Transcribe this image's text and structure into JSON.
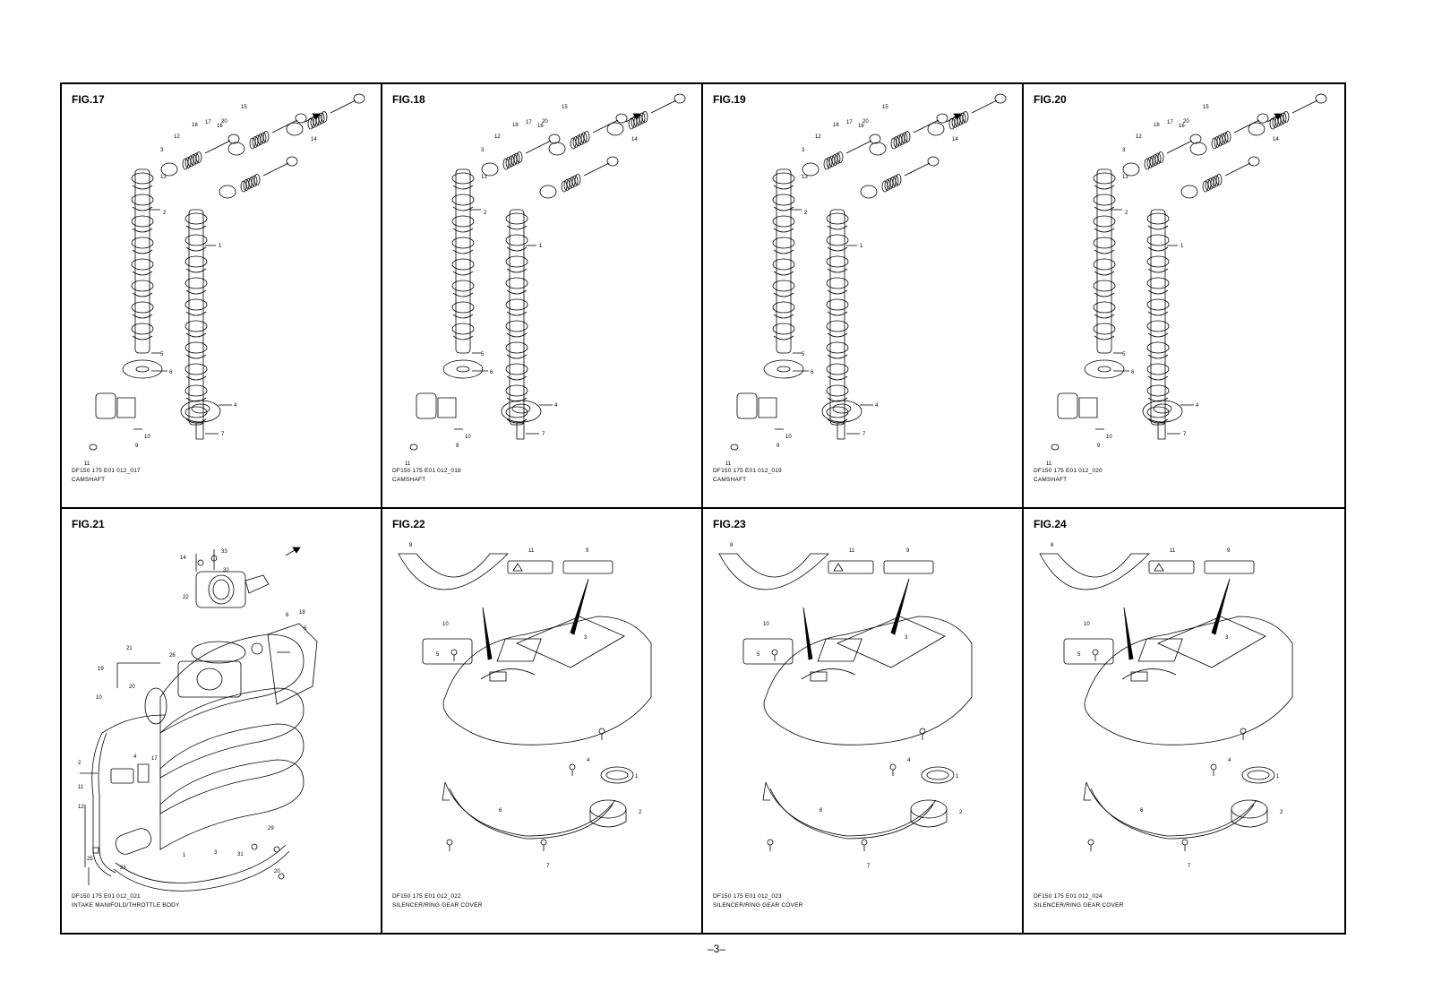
{
  "page_number": "–3–",
  "panels": [
    {
      "fig": "FIG.17",
      "code": "DF150 175 E01 012_017",
      "name": "CAMSHAFT"
    },
    {
      "fig": "FIG.18",
      "code": "DF150 175 E01 012_018",
      "name": "CAMSHAFT"
    },
    {
      "fig": "FIG.19",
      "code": "DF150 175 E01 012_019",
      "name": "CAMSHAFT"
    },
    {
      "fig": "FIG.20",
      "code": "DF150 175 E01 012_020",
      "name": "CAMSHAFT"
    },
    {
      "fig": "FIG.21",
      "code": "DF150 175 E01 012_021",
      "name": "INTAKE MANIFOLD/THROTTLE BODY"
    },
    {
      "fig": "FIG.22",
      "code": "DF150 175 E01 012_022",
      "name": "SILENCER/RING GEAR COVER"
    },
    {
      "fig": "FIG.23",
      "code": "DF150 175 E01 012_023",
      "name": "SILENCER/RING GEAR COVER"
    },
    {
      "fig": "FIG.24",
      "code": "DF150 175 E01 012_024",
      "name": "SILENCER/RING GEAR COVER"
    }
  ],
  "callouts": {
    "camshaft": [
      "15",
      "14",
      "20",
      "16",
      "17",
      "18",
      "12",
      "13",
      "3",
      "2",
      "1",
      "5",
      "6",
      "4",
      "7",
      "9",
      "10",
      "11"
    ],
    "intake": [
      "14",
      "33",
      "32",
      "22",
      "8",
      "18",
      "6",
      "21",
      "26",
      "19",
      "20",
      "10",
      "2",
      "11",
      "12",
      "25",
      "23",
      "1",
      "3",
      "29",
      "31",
      "20",
      "4",
      "17"
    ],
    "silencer": [
      "8",
      "11",
      "9",
      "10",
      "5",
      "3",
      "4",
      "1",
      "2",
      "6",
      "7"
    ]
  }
}
